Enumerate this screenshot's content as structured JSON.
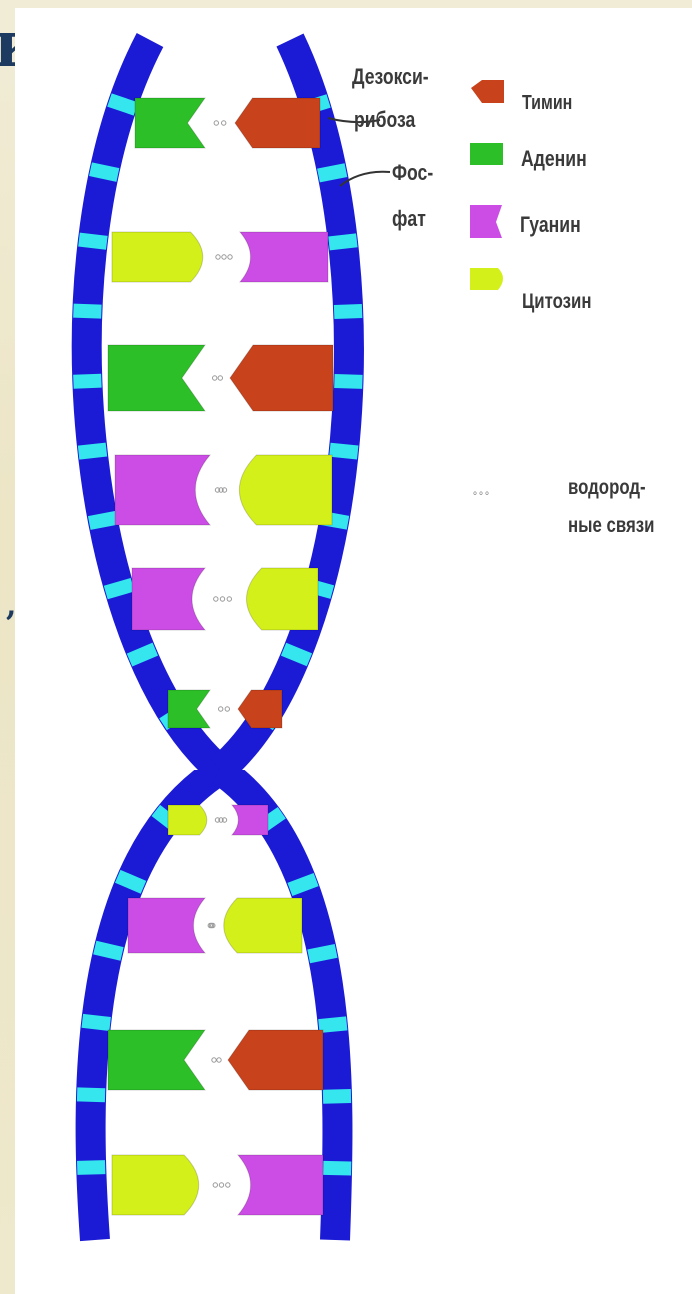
{
  "slide": {
    "title_fragment": "к",
    "comma": ","
  },
  "diagram": {
    "labels": {
      "deoxyribose_line1": "Дезокси-",
      "deoxyribose_line2": "рибоза",
      "phosphate_line1": "Фос-",
      "phosphate_line2": "фат"
    },
    "legend": [
      {
        "name": "Тимин",
        "color": "#c8421c",
        "icon": "thymine-shape-icon"
      },
      {
        "name": "Аденин",
        "color": "#2dbf27",
        "icon": "adenine-shape-icon"
      },
      {
        "name": "Гуанин",
        "color": "#cc4de6",
        "icon": "guanine-shape-icon"
      },
      {
        "name": "Цитозин",
        "color": "#d4f01a",
        "icon": "cytosine-shape-icon"
      }
    ],
    "hbond": {
      "symbol": "∘∘∘",
      "line1": "водород-",
      "line2": "ные связи"
    },
    "colors": {
      "backbone": "#1b1bd6",
      "phosphate": "#35e6ee",
      "thymine": "#c8421c",
      "adenine": "#2dbf27",
      "guanine": "#cc4de6",
      "cytosine": "#d4f01a"
    },
    "base_pairs": [
      {
        "left": "Аденин",
        "right": "Тимин"
      },
      {
        "left": "Цитозин",
        "right": "Гуанин"
      },
      {
        "left": "Аденин",
        "right": "Тимин"
      },
      {
        "left": "Гуанин",
        "right": "Цитозин"
      },
      {
        "left": "Гуанин",
        "right": "Цитозин"
      },
      {
        "left": "Аденин",
        "right": "Тимин"
      },
      {
        "left": "Цитозин",
        "right": "Гуанин"
      },
      {
        "left": "Гуанин",
        "right": "Цитозин"
      },
      {
        "left": "Аденин",
        "right": "Тимин"
      },
      {
        "left": "Цитозин",
        "right": "Гуанин"
      }
    ]
  }
}
